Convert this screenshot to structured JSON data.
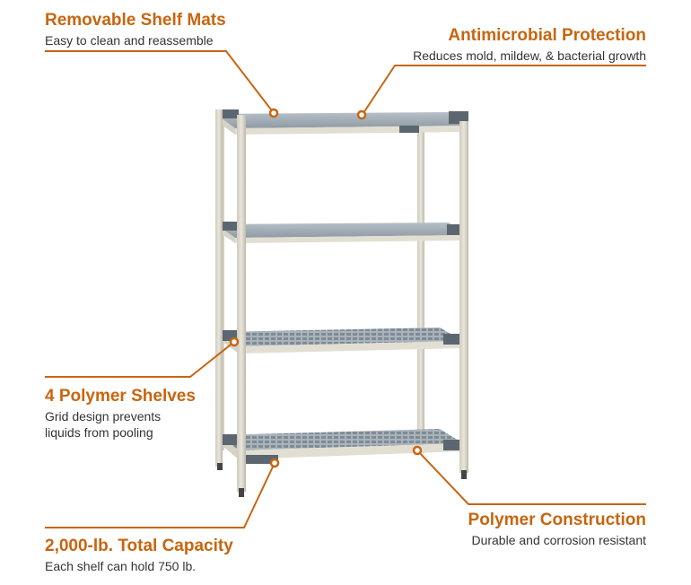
{
  "accent_color": "#c8650f",
  "callouts": {
    "mats": {
      "title": "Removable Shelf Mats",
      "desc": "Easy to clean and reassemble"
    },
    "antimicrobial": {
      "title": "Antimicrobial Protection",
      "desc": "Reduces mold, mildew, & bacterial growth"
    },
    "shelves": {
      "title": "4 Polymer Shelves",
      "desc_line1": "Grid design prevents",
      "desc_line2": "liquids from pooling"
    },
    "construction": {
      "title": "Polymer Construction",
      "desc": "Durable and corrosion resistant"
    },
    "capacity": {
      "title": "2,000-lb. Total Capacity",
      "desc": "Each shelf can hold 750 lb."
    }
  },
  "image": {
    "subject": "shelving-unit"
  }
}
